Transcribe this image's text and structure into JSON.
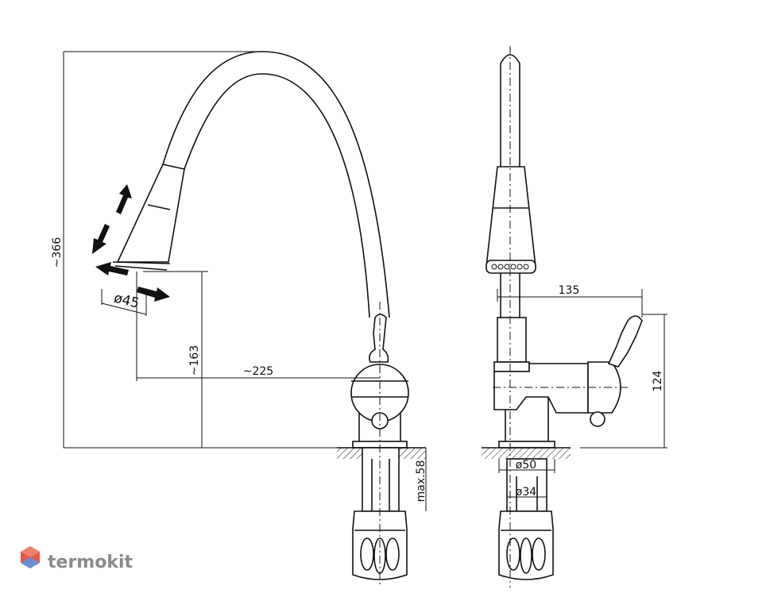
{
  "dimensions": {
    "height_total": "~366",
    "spout_diameter": "ø45",
    "spout_height": "~163",
    "spout_reach": "~225",
    "mount_thickness": "max.58",
    "handle_offset": "135",
    "body_height": "124",
    "base_diameter": "ø50",
    "shank_diameter": "ø34"
  },
  "watermark": {
    "brand": "termokit"
  },
  "colors": {
    "line": "#111111",
    "logo_red": "#e35a4b",
    "logo_blue": "#6a8fd4",
    "logo_gray": "#8a8a8a"
  }
}
